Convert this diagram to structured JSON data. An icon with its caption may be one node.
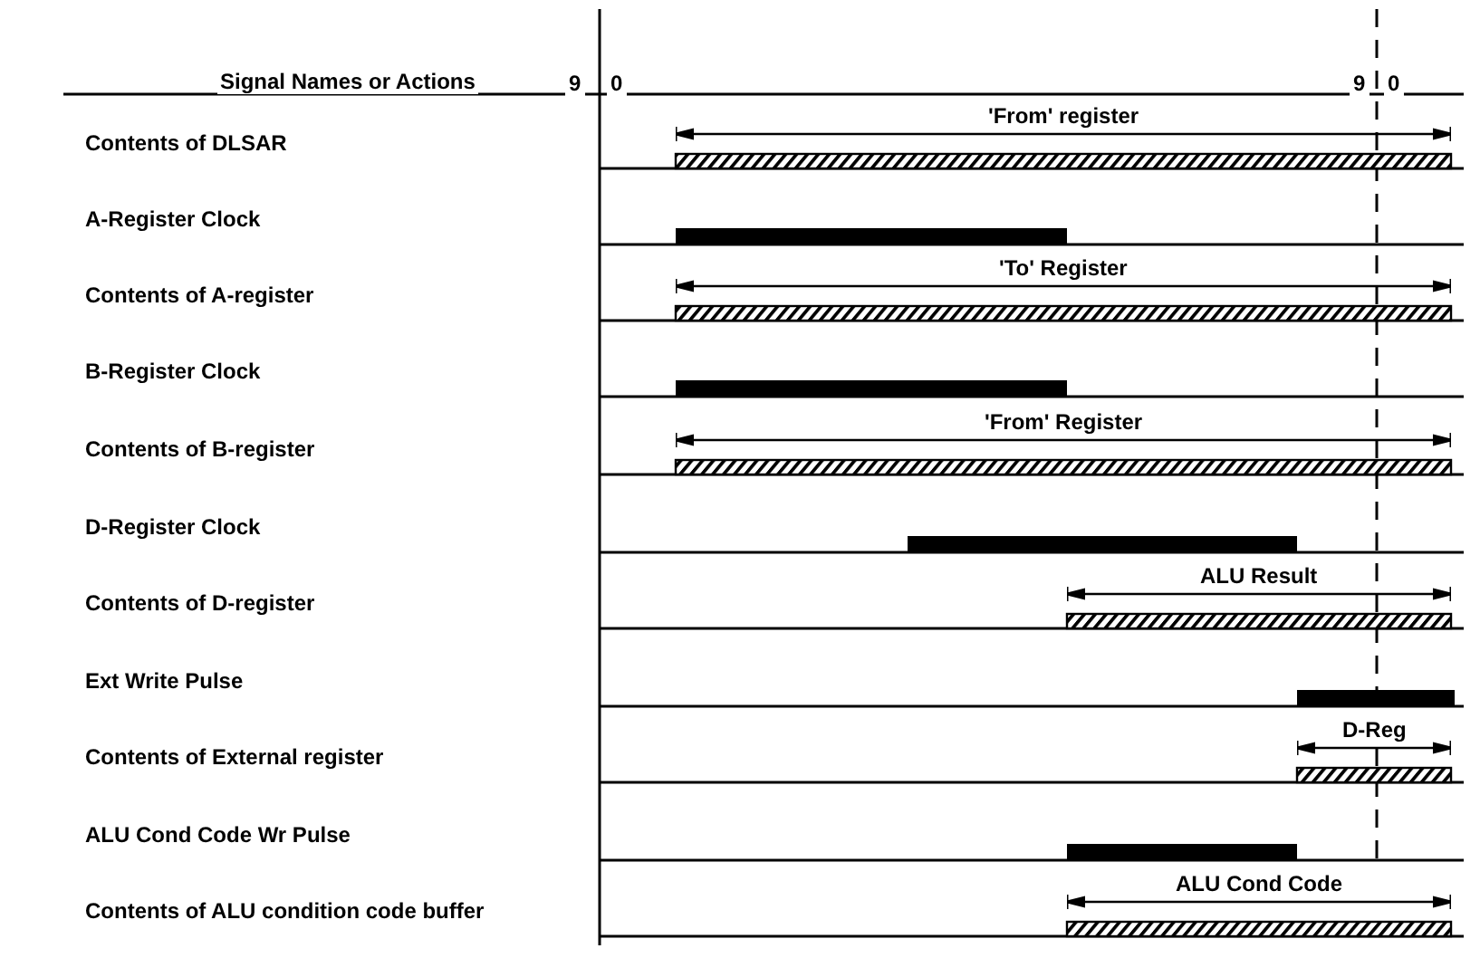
{
  "diagram": {
    "labels": [
      "Signal Names or Actions",
      "9",
      "0",
      "9",
      "0",
      "'From' register",
      "Contents of DLSAR",
      "A-Register Clock",
      "'To' Register",
      "Contents of A-register",
      "B-Register Clock",
      "'From' Register",
      "Contents of B-register",
      "D-Register Clock",
      "ALU Result",
      "Contents of D-register",
      "Ext Write Pulse",
      "D-Reg",
      "Contents of External register",
      "ALU Cond Code Wr Pulse",
      "ALU Cond Code",
      "Contents of ALU condition code buffer"
    ]
  }
}
